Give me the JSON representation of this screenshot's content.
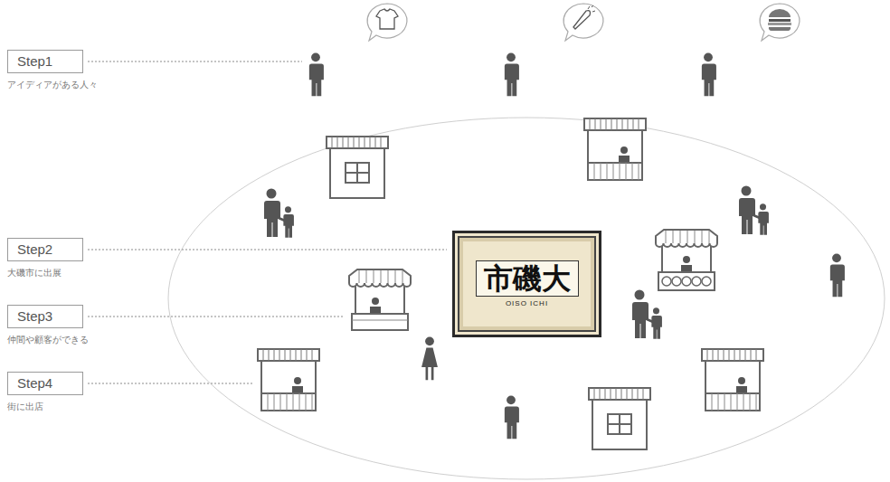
{
  "diagram": {
    "nodes": [
      {
        "text": [
          "Step1",
          "アイディアがある人々"
        ]
      },
      {
        "text": [
          "Step2",
          "大磯市に出展"
        ]
      },
      {
        "text": [
          "Step3",
          "仲間や顧客ができる"
        ]
      },
      {
        "text": [
          "Step4",
          "街に出店"
        ]
      },
      {
        "text": [
          "市磯大",
          "OISO ICHI"
        ]
      }
    ]
  }
}
